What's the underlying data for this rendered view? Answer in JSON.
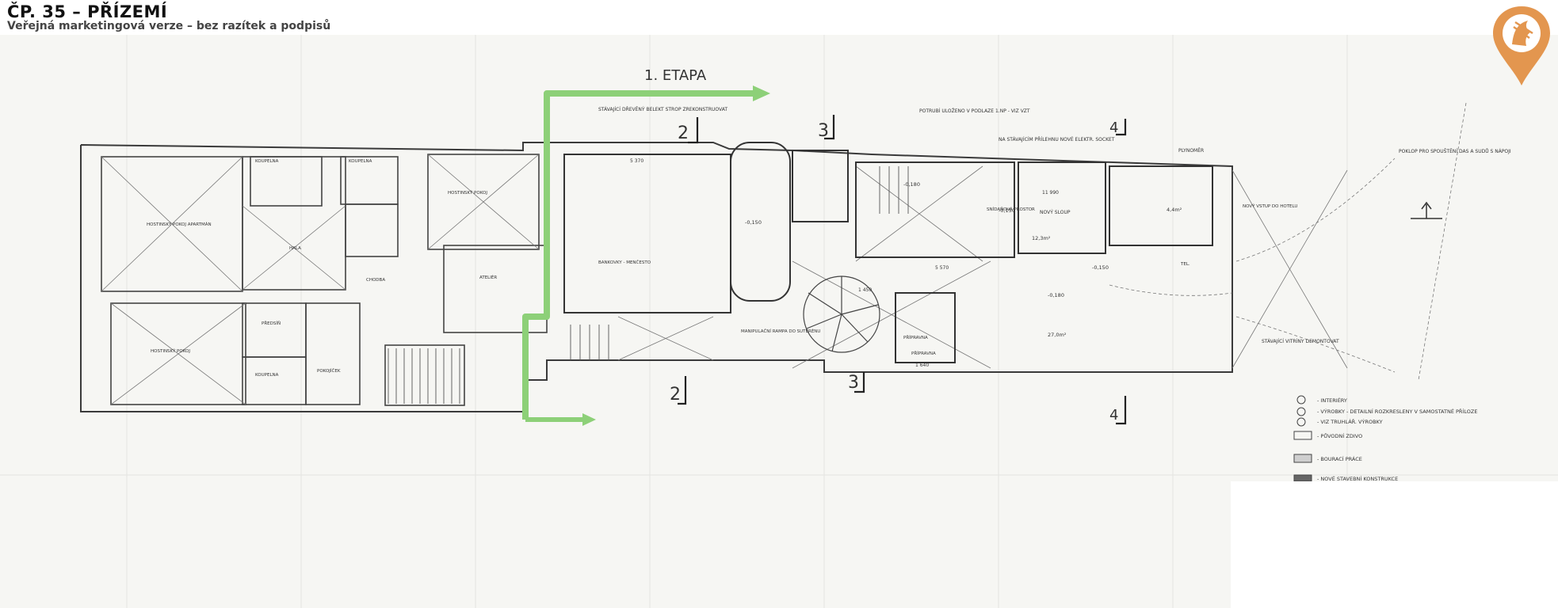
{
  "header": {
    "title": "ČP. 35 – PŘÍZEMÍ",
    "subtitle": "Veřejná marketingová verze – bez razítek a podpisů"
  },
  "plan": {
    "stage_label": "1. ETAPA",
    "section_marks": [
      "2",
      "3",
      "4",
      "2",
      "3",
      "4"
    ],
    "legend": {
      "items": [
        "- INTERIÉRY",
        "- VÝROBKY - DETAILNÍ ROZKRESLENY V SAMOSTATNÉ PŘÍLOZE",
        "- VIZ TRUHLÁŘ. VÝROBKY",
        "- PŮVODNÍ ZDIVO",
        "- BOURACÍ PRÁCE",
        "- NOVÉ STAVEBNÍ KONSTRUKCE"
      ]
    },
    "room_labels": [
      "HOSTINSKÝ POKOJ APARTMÁN",
      "KOUPELNA",
      "HALA",
      "KOUPELNA",
      "HOSTINSKÝ POKOJ",
      "PŘEDSÍŇ",
      "KOUPELNA",
      "POKOJÍČEK",
      "CHODBA",
      "HOSTINSKÝ POKOJ",
      "ATELIÉR",
      "BANKOVKY - MENČESTO",
      "PŘÍPRAVNA",
      "SNÍDAŇOVÁ PROSTOR",
      "NOVÝ VSTUP DO HOTELU",
      "MANIPULAČNÍ RAMPA DO SUTERÉNU",
      "PŘÍPRAVNA",
      "TEL."
    ],
    "area_values": [
      "-0,180",
      "27,0m²",
      "-0,150",
      "12,3m²",
      "-0,180",
      "4,4m²",
      "-0,150",
      "-0,150"
    ],
    "dimension_values": [
      "5 370",
      "11 990",
      "1 450",
      "1 640",
      "5 570"
    ],
    "notes": [
      "STÁVAJÍCÍ DŘEVĚNÝ BELEKT STROP ZREKONSTRUOVAT",
      "POTRUBÍ ULOŽENO V PODLAZE 1.NP - VIZ VZT",
      "NA STÁVAJÍCÍM PŘÍLEHNU NOVÉ ELEKTR. SOCKET",
      "POKLOP PRO SPOUŠTĚNÍ DAS A SUDŮ S NÁPOJI",
      "STÁVAJÍCÍ VITRÍNY DEMONTOVAT",
      "PLYNOMĚR",
      "NOVÝ SLOUP"
    ]
  },
  "colors": {
    "stage_arrow": "#8dd078",
    "logo_orange": "#e3964f",
    "line": "#3a3a3a"
  },
  "icons": [
    "marker-pin-logo-icon",
    "stage-arrow-icon",
    "north-arrow-icon"
  ]
}
